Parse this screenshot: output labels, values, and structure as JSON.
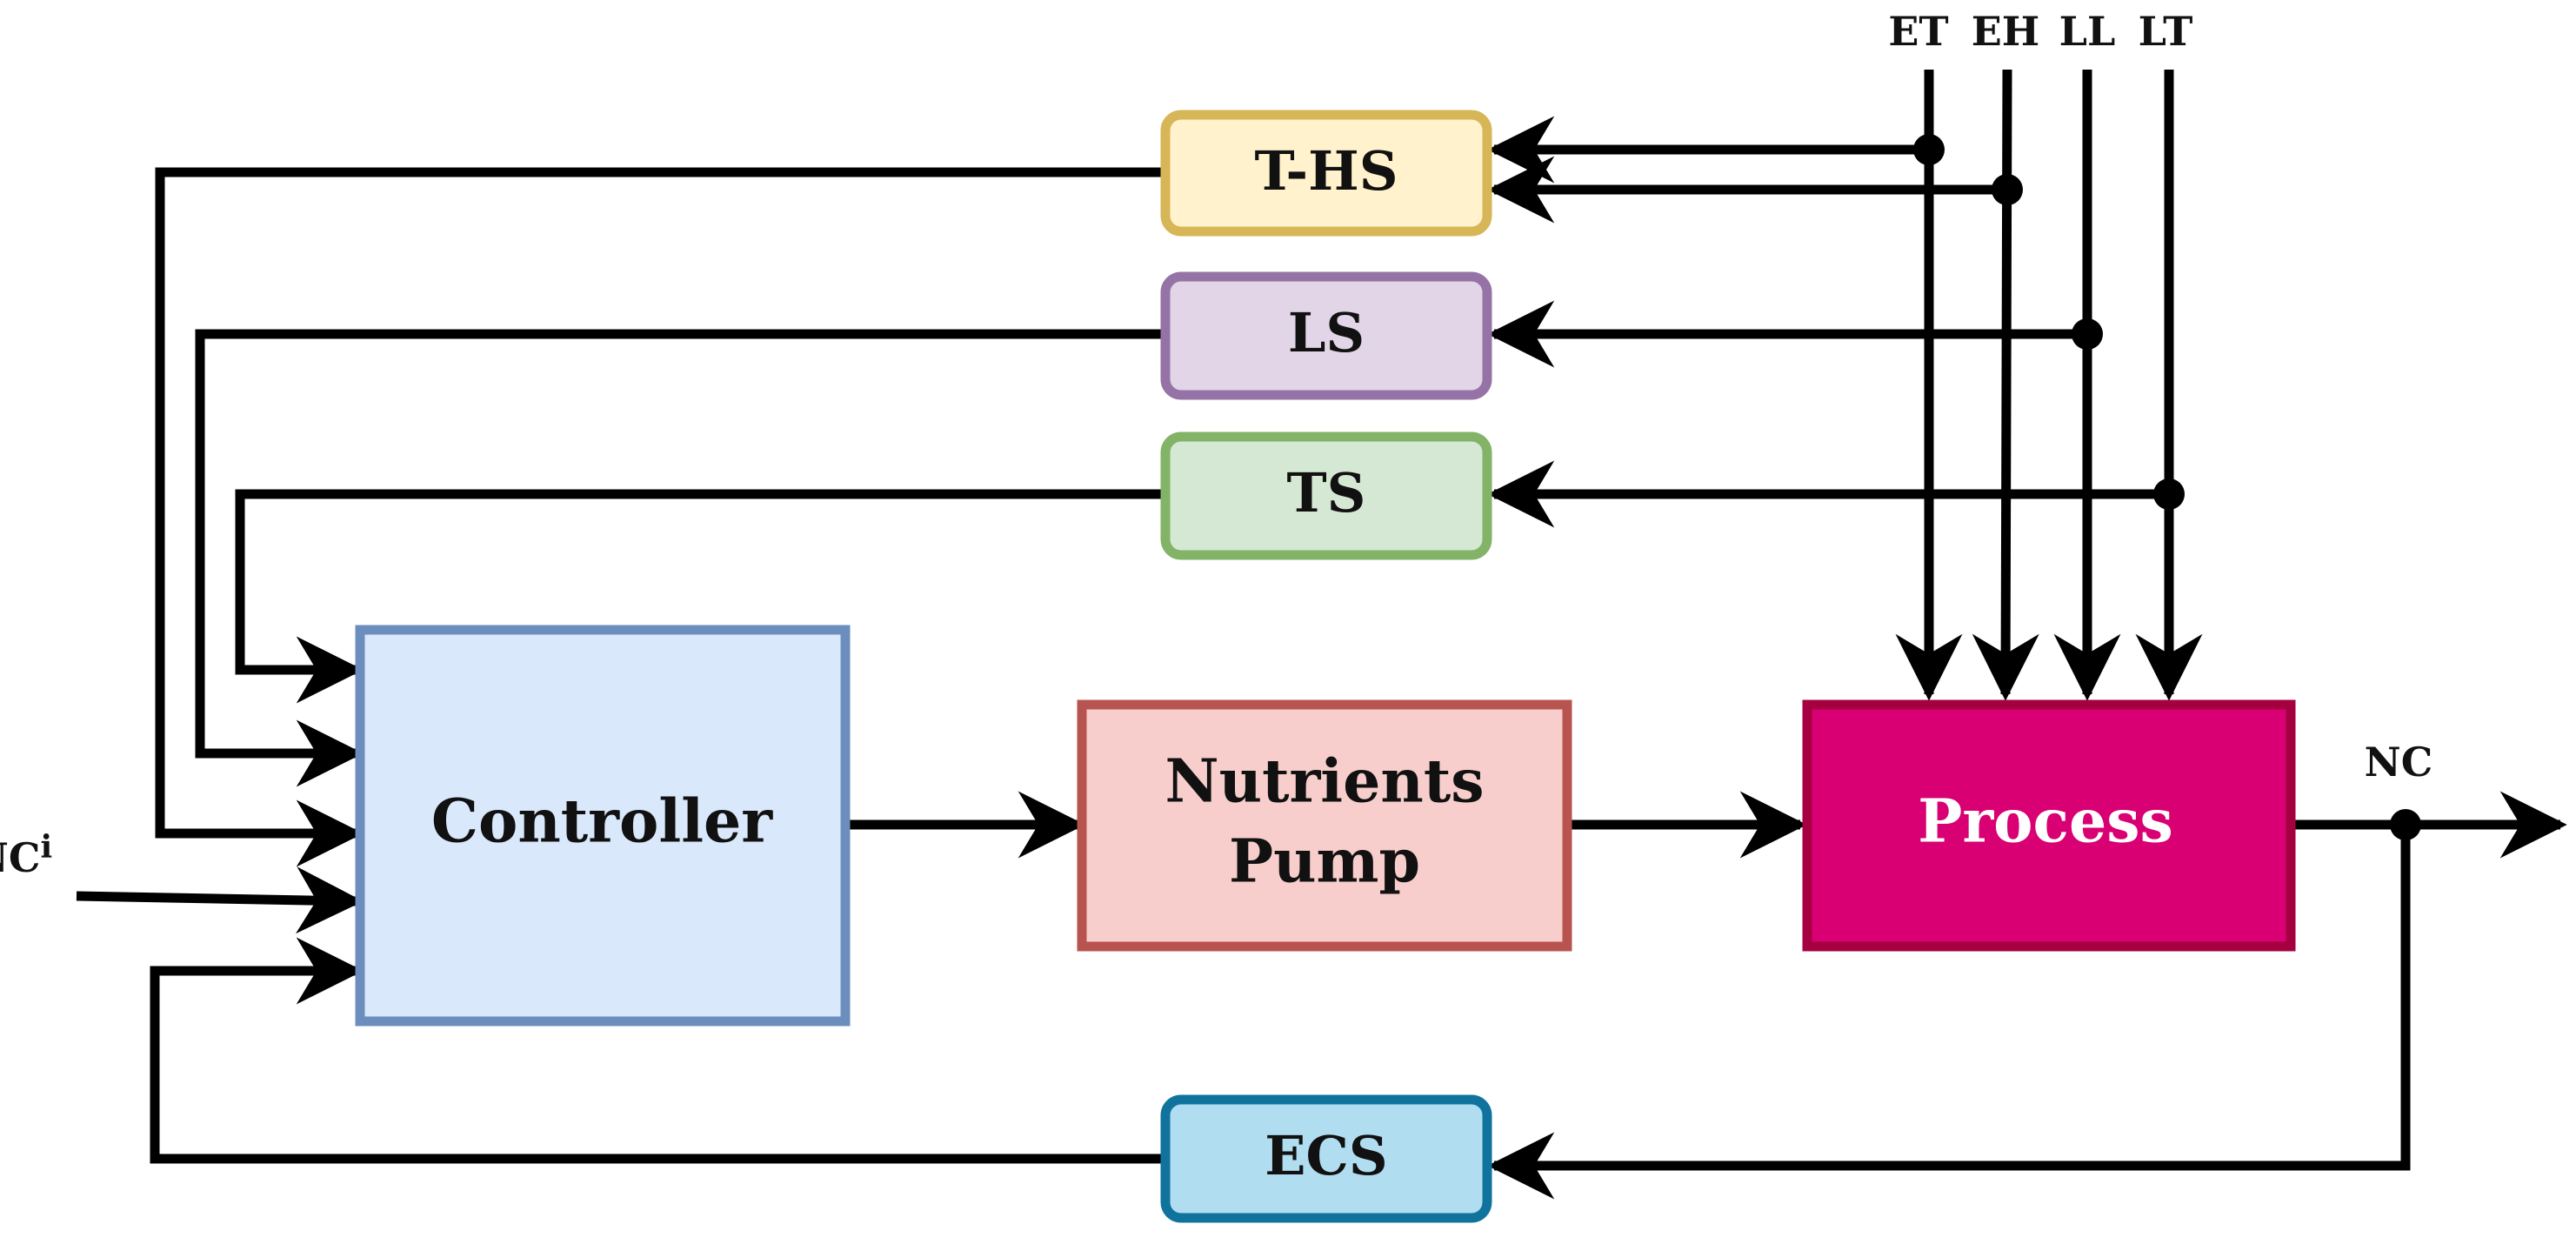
{
  "blocks": {
    "thsensor": {
      "label": "T-HS",
      "fill": "#fff2cc",
      "stroke": "#d6b656"
    },
    "lsensor": {
      "label": "LS",
      "fill": "#e1d5e7",
      "stroke": "#9673a6"
    },
    "tsensor": {
      "label": "TS",
      "fill": "#d5e8d4",
      "stroke": "#82b366"
    },
    "controller": {
      "label": "Controller",
      "fill": "#dae8fc",
      "stroke": "#6c8ebf"
    },
    "pump": {
      "label_line1": "Nutrients",
      "label_line2": "Pump",
      "fill": "#f8cecc",
      "stroke": "#b85450"
    },
    "process": {
      "label": "Process",
      "fill": "#d80073",
      "stroke": "#a50040",
      "text_color": "#ffffff"
    },
    "ecs": {
      "label": "ECS",
      "fill": "#b1ddf0",
      "stroke": "#10739e"
    }
  },
  "signals": {
    "inputs": [
      "ET",
      "EH",
      "LL",
      "LT"
    ],
    "output": "NC",
    "reference_base": "NC",
    "reference_sup": "i"
  }
}
